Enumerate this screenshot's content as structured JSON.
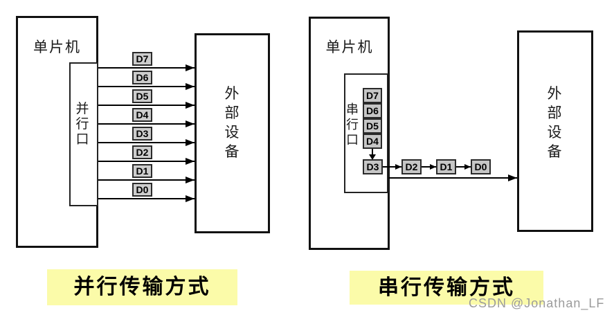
{
  "left_diagram": {
    "mcu_label": "单片机",
    "port_label": "并行口",
    "device_label": "外部设备",
    "bit_labels": [
      "D7",
      "D6",
      "D5",
      "D4",
      "D3",
      "D2",
      "D1",
      "D0"
    ],
    "caption": "并行传输方式"
  },
  "right_diagram": {
    "mcu_label": "单片机",
    "port_label": "串行口",
    "device_label": "外部设备",
    "stack_bits": [
      "D7",
      "D6",
      "D5",
      "D4"
    ],
    "chain_bits": [
      "D3",
      "D2",
      "D1",
      "D0"
    ],
    "caption": "串行传输方式"
  },
  "watermark": "CSDN @Jonathan_LF",
  "colors": {
    "caption_bg": "#fbfba9",
    "bit_box_fill": "#cdcdcd",
    "bit_box_border": "#2a2a2a",
    "box_border": "#111111",
    "line_color": "#000000",
    "watermark_color": "#9b9b9b"
  }
}
